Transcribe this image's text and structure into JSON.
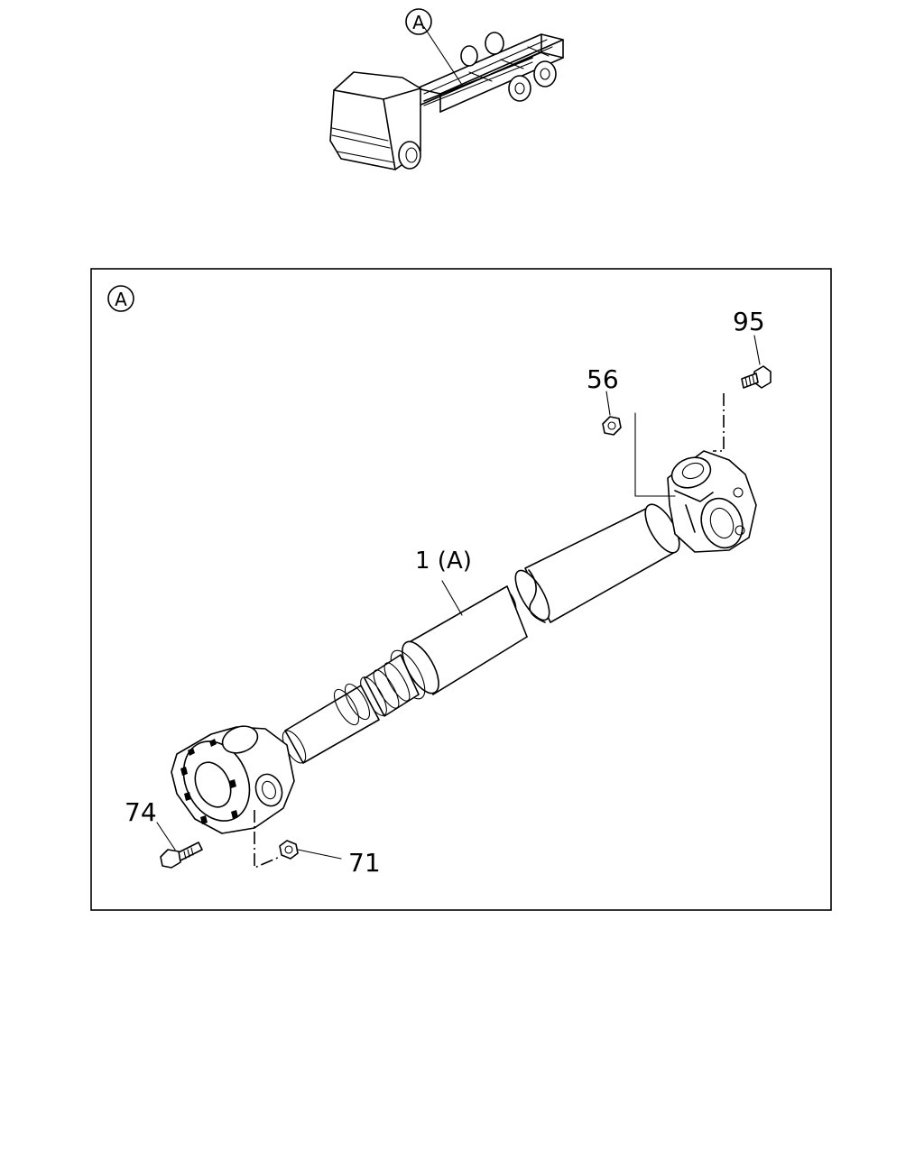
{
  "overview": {
    "callout": "A"
  },
  "detail": {
    "callout": "A",
    "labels": {
      "part_1": "1 (A)",
      "part_56": "56",
      "part_95": "95",
      "part_74": "74",
      "part_71": "71"
    }
  }
}
